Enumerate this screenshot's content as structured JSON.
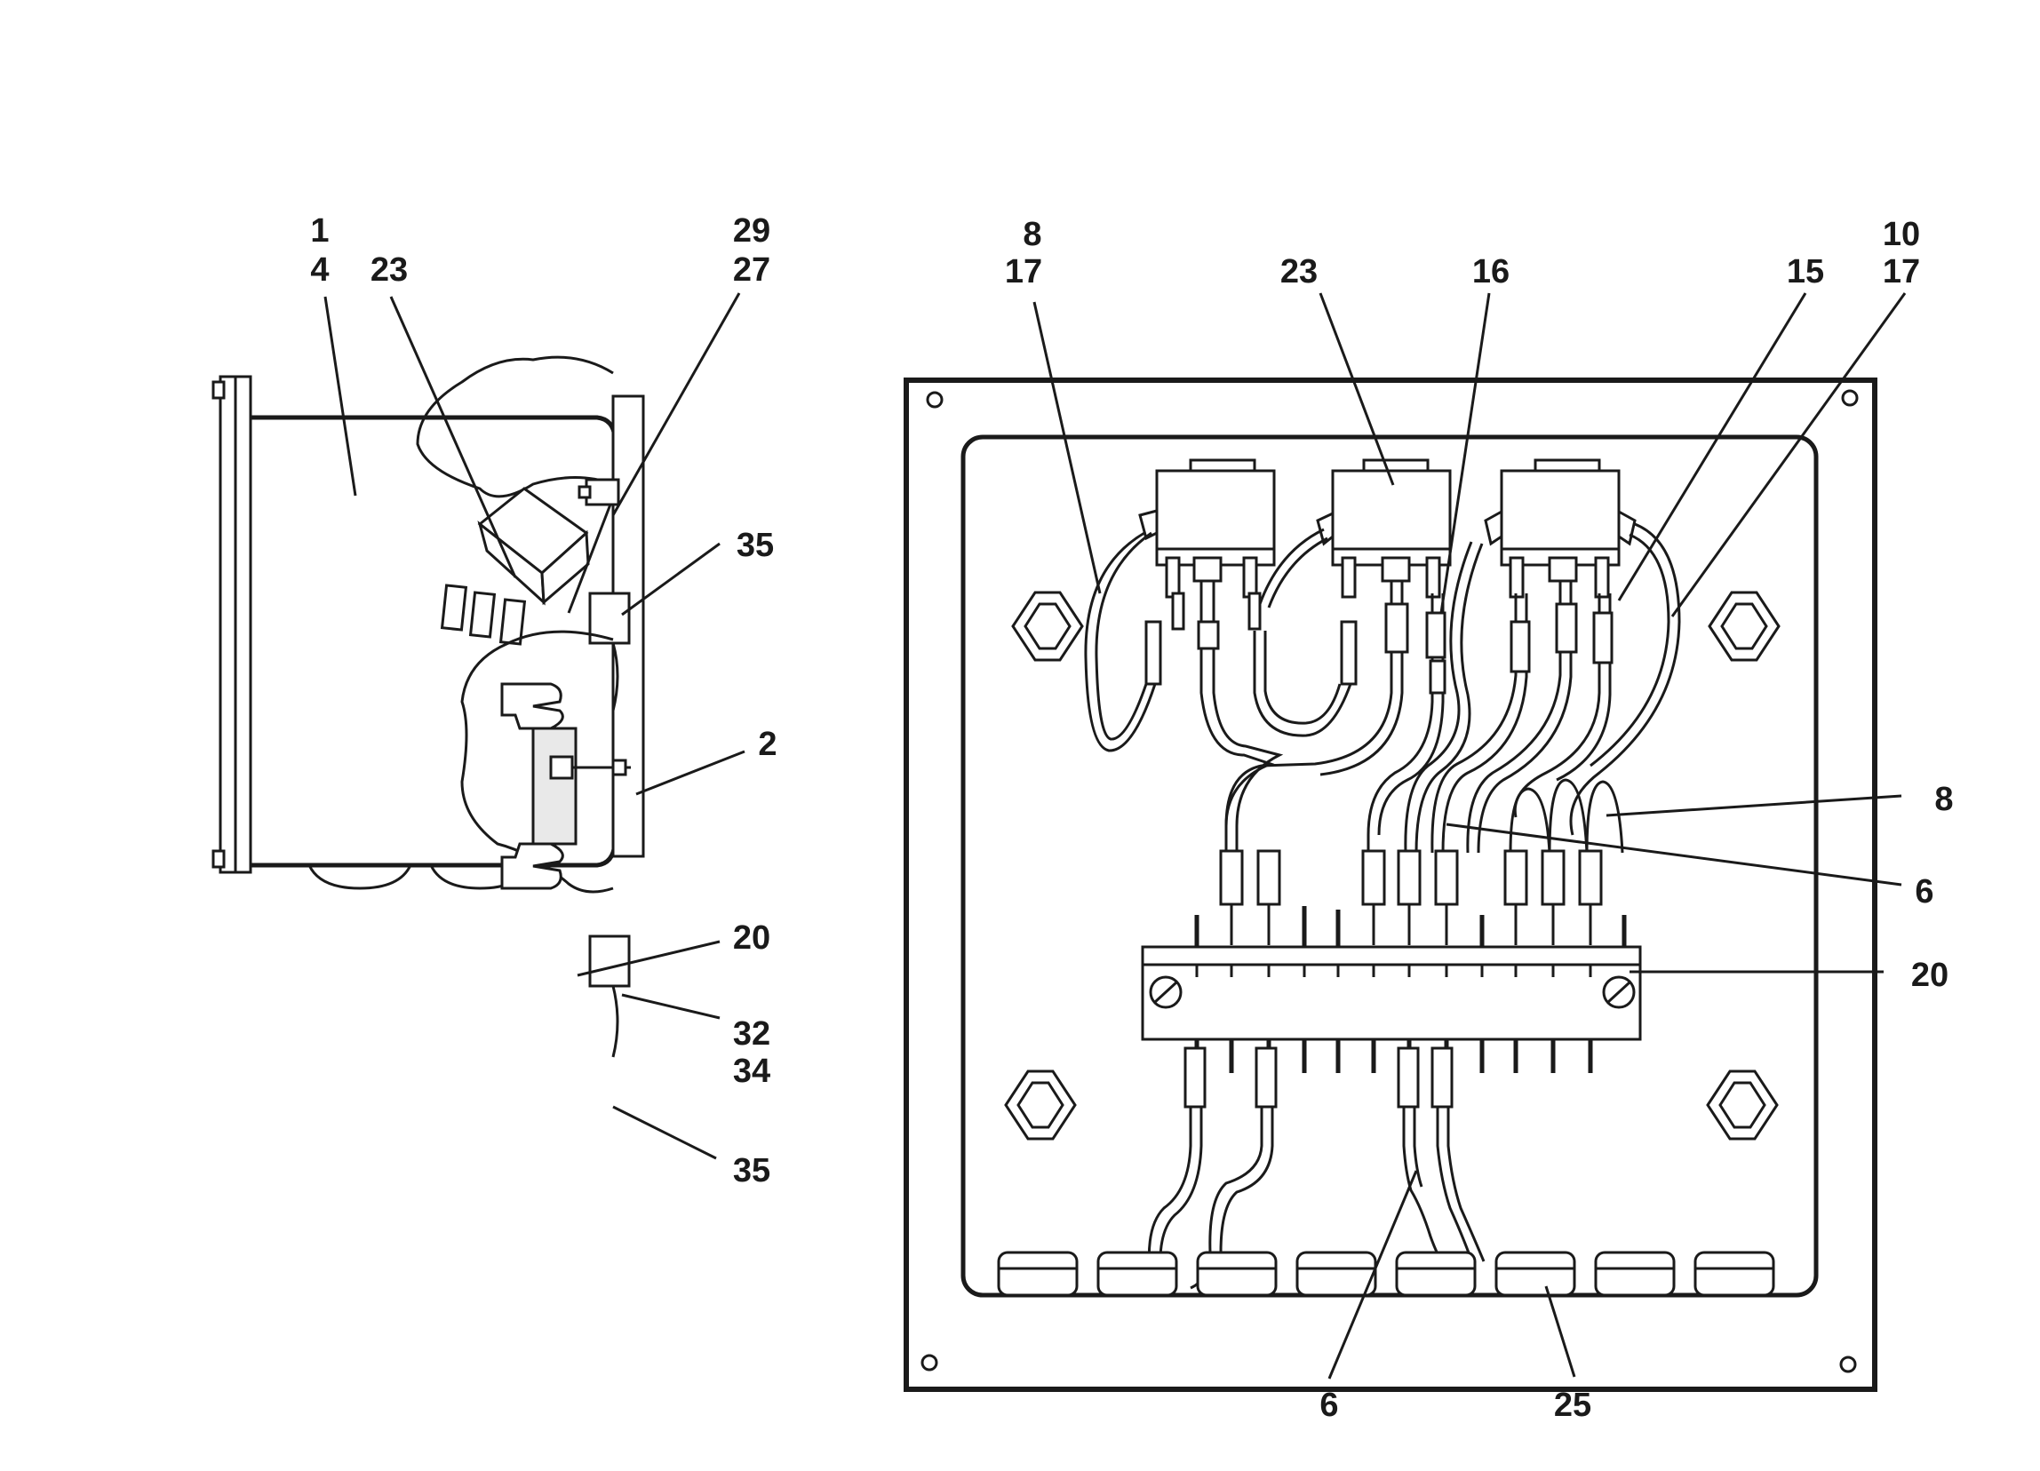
{
  "figure": {
    "side_view": {
      "callouts": [
        "1",
        "4",
        "23",
        "29",
        "27",
        "35",
        "2",
        "20",
        "32",
        "34",
        "35"
      ]
    },
    "front_view": {
      "callouts": [
        "8",
        "17",
        "23",
        "16",
        "15",
        "10",
        "17",
        "8",
        "6",
        "20",
        "6",
        "25"
      ]
    }
  }
}
